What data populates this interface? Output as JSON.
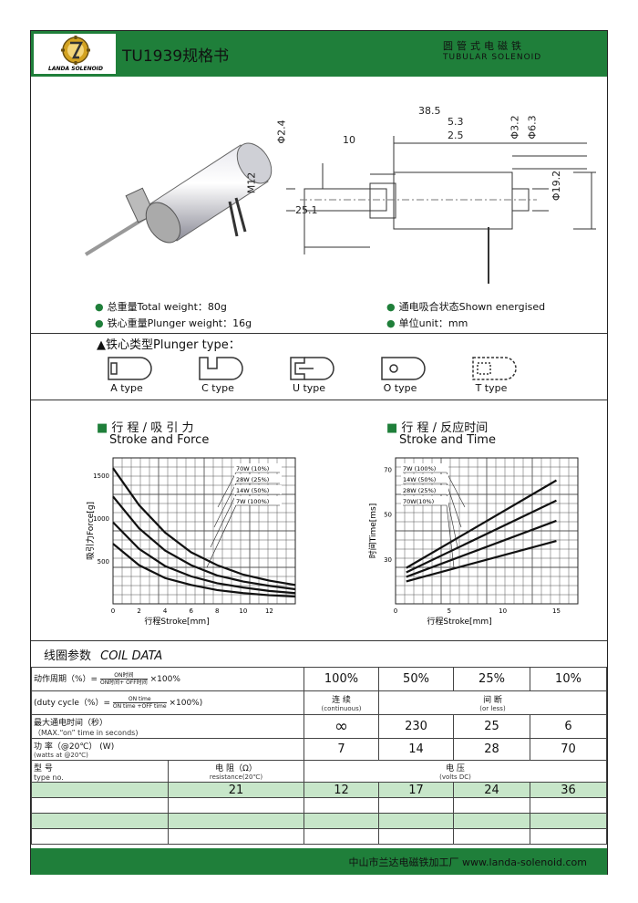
{
  "header": {
    "logo_text": "LANDA SOLENOID",
    "doc_title": "TU1939规格书",
    "cn_title": "圆管式电磁铁",
    "en_title": "TUBULAR  SOLENOID"
  },
  "dimensions": {
    "overall": "38.5",
    "d1": "5.3",
    "d2": "2.5",
    "plunger_dia": "Φ2.4",
    "ten": "10",
    "thread": "M12",
    "shaft_len": "25.1",
    "dia1": "Φ3.2",
    "dia2": "Φ6.3",
    "dia3": "Φ19.2"
  },
  "specs": {
    "total_weight": "总重量Total weight：80g",
    "plunger_weight": "铁心重量Plunger weight：16g",
    "shown": "通电吸合状态Shown energised",
    "unit": "单位unit：mm"
  },
  "plunger": {
    "title": "▲铁心类型Plunger type：",
    "types": [
      "A type",
      "C type",
      "U type",
      "O type",
      "T type"
    ]
  },
  "charts": [
    {
      "cn_title": "行 程 / 吸 引 力",
      "en_title": "Stroke and Force",
      "ylabel": "吸引力Force[g]",
      "xlabel": "行程Stroke[mm]",
      "legend": [
        "70W (10%)",
        "28W (25%)",
        "14W (50%)",
        "7W (100%)"
      ],
      "xticks": [
        "0",
        "2",
        "4",
        "6",
        "8",
        "10",
        "12"
      ],
      "yticks": [
        "500",
        "1000",
        "1500"
      ]
    },
    {
      "cn_title": "行 程 / 反应时间",
      "en_title": "Stroke  and Time",
      "ylabel": "时间Time[ms]",
      "xlabel": "行程Stroke[mm]",
      "legend": [
        "7W (100%)",
        "14W (50%)",
        "28W (25%)",
        "70W(10%)"
      ],
      "xticks": [
        "0",
        "5",
        "10",
        "15"
      ],
      "yticks": [
        "30",
        "50",
        "70"
      ]
    }
  ],
  "chart_data": [
    {
      "type": "line",
      "x": [
        0,
        2,
        4,
        6,
        8,
        10,
        12,
        14
      ],
      "xlim": [
        0,
        14
      ],
      "ylim": [
        0,
        1700
      ],
      "series": [
        {
          "name": "70W (10%)",
          "values": [
            1580,
            1150,
            830,
            600,
            450,
            340,
            270,
            220
          ]
        },
        {
          "name": "28W (25%)",
          "values": [
            1250,
            880,
            620,
            450,
            330,
            260,
            210,
            170
          ]
        },
        {
          "name": "14W (50%)",
          "values": [
            950,
            640,
            440,
            320,
            240,
            190,
            150,
            125
          ]
        },
        {
          "name": "7W (100%)",
          "values": [
            700,
            450,
            300,
            220,
            160,
            125,
            100,
            85
          ]
        }
      ]
    },
    {
      "type": "line",
      "x": [
        1,
        15
      ],
      "xlim": [
        0,
        17
      ],
      "ylim": [
        10,
        75
      ],
      "series": [
        {
          "name": "7W (100%)",
          "values": [
            26,
            65
          ]
        },
        {
          "name": "14W (50%)",
          "values": [
            24,
            56
          ]
        },
        {
          "name": "28W (25%)",
          "values": [
            22,
            47
          ]
        },
        {
          "name": "70W(10%)",
          "values": [
            20,
            38
          ]
        }
      ]
    }
  ],
  "coil": {
    "title_cn": "线圈参数",
    "title_en": "COIL DATA",
    "duty_label": "动作周期（%）=",
    "duty_frac_top": "ON时间",
    "duty_frac_bottom": "ON时间+ OFF时间",
    "duty_mult": "×100%",
    "duty_en": "(duty cycle（%）=",
    "duty_en_top": "ON time",
    "duty_en_bottom": "ON time +OFF time",
    "duty_en_mult": "×100%)",
    "duty_values": [
      "100%",
      "50%",
      "25%",
      "10%"
    ],
    "cont_cn": "连 续",
    "cont_en": "(continuous)",
    "inter_cn": "间 断",
    "inter_en": "(or less)",
    "max_on_cn": "最大通电时间（秒）",
    "max_on_en": "（MAX.“on” time in seconds)",
    "max_on_values": [
      "∞",
      "230",
      "25",
      "6"
    ],
    "power_cn": "功 率（@20℃）      (W)",
    "power_en": "(watts at @20℃)",
    "power_values": [
      "7",
      "14",
      "28",
      "70"
    ],
    "type_cn": "型 号",
    "type_en": "type  no.",
    "res_cn": "电 阻（Ω）",
    "res_en": "resistance(20℃)",
    "volt_cn": "电 压",
    "volt_en": "(volts DC)",
    "row1": [
      "",
      "21",
      "12",
      "17",
      "24",
      "36"
    ]
  },
  "footer": {
    "text": "中山市兰达电磁铁加工厂 www.landa-solenoid.com"
  }
}
